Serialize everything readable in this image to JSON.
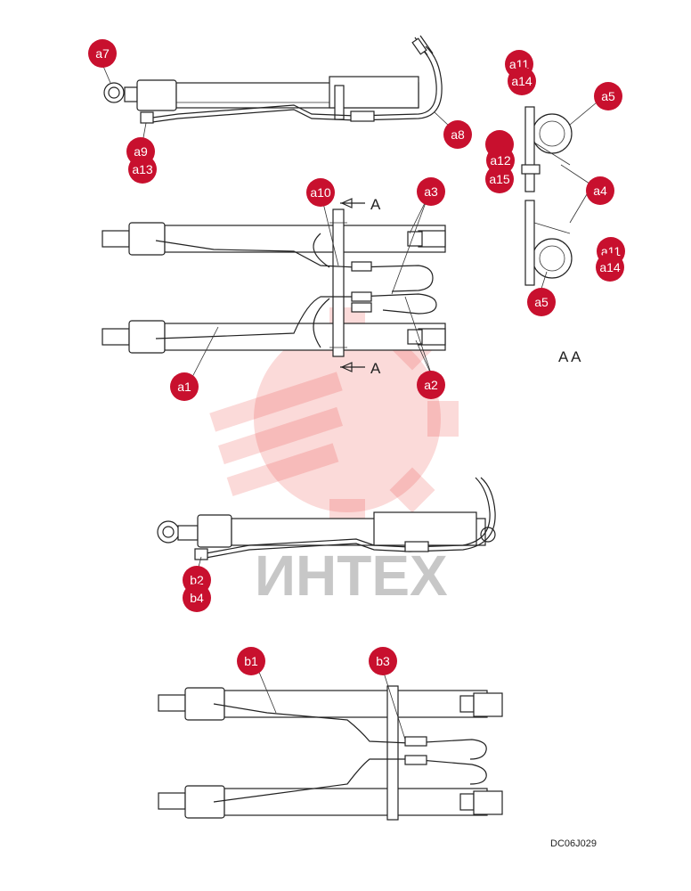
{
  "callouts": {
    "a7": "a7",
    "a9": "a9",
    "a13": "a13",
    "a8": "a8",
    "a10": "a10",
    "a3": "a3",
    "a1": "a1",
    "a2": "a2",
    "a11_top": "a11",
    "a14_top": "a14",
    "a5_top": "a5",
    "a12": "a12",
    "a15": "a15",
    "a4": "a4",
    "a11_bottom": "a11",
    "a14_bottom": "a14",
    "a5_bottom": "a5",
    "b2": "b2",
    "b4": "b4",
    "b1": "b1",
    "b3": "b3"
  },
  "section_marker_letter": "A",
  "section_view_label": "A A",
  "drawing_code": "DC06J029",
  "watermark": {
    "text": "ИНТЕХ",
    "icon": "gear-wrench-logo"
  },
  "colors": {
    "callout": "#c8102e",
    "watermark": "#e8312f"
  }
}
